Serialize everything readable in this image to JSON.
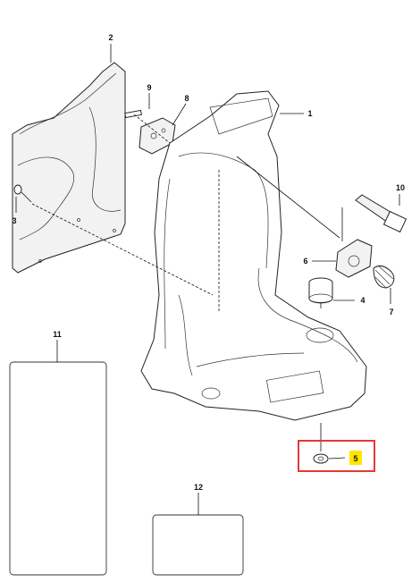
{
  "diagram": {
    "callouts": [
      {
        "id": "c1",
        "label": "1"
      },
      {
        "id": "c2",
        "label": "2"
      },
      {
        "id": "c3",
        "label": "3"
      },
      {
        "id": "c4",
        "label": "4"
      },
      {
        "id": "c5",
        "label": "5"
      },
      {
        "id": "c6",
        "label": "6"
      },
      {
        "id": "c7",
        "label": "7"
      },
      {
        "id": "c8",
        "label": "8"
      },
      {
        "id": "c9",
        "label": "9"
      },
      {
        "id": "c10",
        "label": "10"
      },
      {
        "id": "c11",
        "label": "11"
      },
      {
        "id": "c12",
        "label": "12"
      }
    ],
    "highlight": {
      "label": "5",
      "frame_color": "#e53935",
      "label_bg": "#ffe600"
    }
  }
}
